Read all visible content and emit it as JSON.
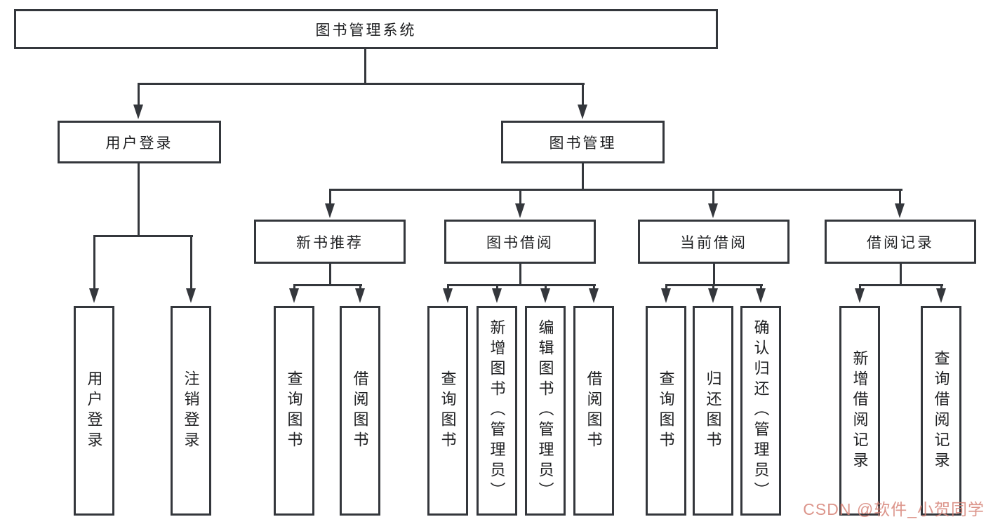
{
  "nodes": {
    "root": "图书管理系统",
    "user_login": "用户登录",
    "book_mgmt": "图书管理",
    "new_rec": "新书推荐",
    "book_borrow": "图书借阅",
    "current_borrow": "当前借阅",
    "borrow_records": "借阅记录",
    "leaf_user_login": "用户登录",
    "leaf_logout": "注销登录",
    "leaf_rec_query": "查询图书",
    "leaf_rec_borrow": "借阅图书",
    "leaf_bb_query": "查询图书",
    "leaf_bb_add": "新增图书（管理员）",
    "leaf_bb_edit": "编辑图书（管理员）",
    "leaf_bb_borrow": "借阅图书",
    "leaf_cb_query": "查询图书",
    "leaf_cb_return": "归还图书",
    "leaf_cb_confirm": "确认归还（管理员）",
    "leaf_br_add": "新增借阅记录",
    "leaf_br_query": "查询借阅记录"
  },
  "watermark": "CSDN @软件_小贺同学",
  "colors": {
    "line": "#34373c",
    "background": "#ffffff",
    "text": "#1e1f21",
    "watermark": "#d68277"
  }
}
